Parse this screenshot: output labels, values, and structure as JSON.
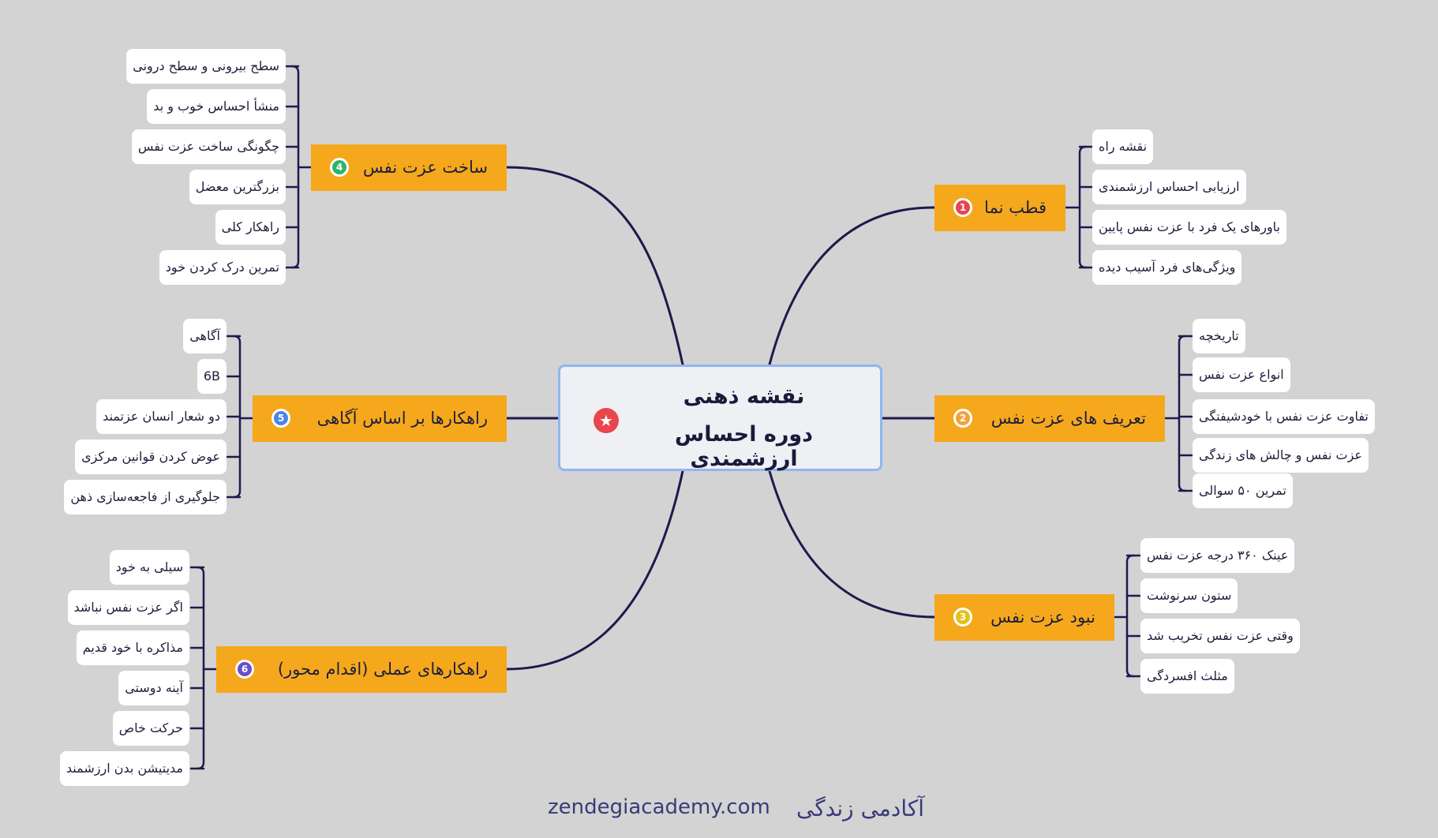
{
  "center": {
    "line1": "نقشه ذهنی",
    "line2": "دوره احساس ارزشمندی",
    "icon": "star-icon"
  },
  "colors": {
    "topic_bg": "#f5a81c",
    "leaf_bg": "#ffffff",
    "line": "#1c1a4e",
    "background": "#d3d3d3",
    "center_border": "#8eb6f2"
  },
  "topics": [
    {
      "label": "قطب نما",
      "badge": "1",
      "badge_color": "#e8464c",
      "leaves": [
        "نقشه راه",
        "ارزیابی احساس ارزشمندی",
        "باورهای یک فرد با عزت نفس پایین",
        "ویژگی‌های فرد آسیب دیده"
      ]
    },
    {
      "label": "تعریف های عزت نفس",
      "badge": "2",
      "badge_color": "#f2a33a",
      "leaves": [
        "تاریخچه",
        "انواع عزت نفس",
        "تفاوت عزت نفس با خودشیفتگی",
        "عزت نفس و چالش های زندگی",
        "تمرین ۵۰ سوالی"
      ]
    },
    {
      "label": "نبود عزت نفس",
      "badge": "3",
      "badge_color": "#e2c21a",
      "leaves": [
        "عینک ۳۶۰ درجه عزت نفس",
        "ستون سرنوشت",
        "وقتی عزت نفس تخریب شد",
        "مثلث افسردگی"
      ]
    },
    {
      "label": "ساخت عزت نفس",
      "badge": "4",
      "badge_color": "#2fb36b",
      "leaves": [
        "سطح بیرونی و سطح درونی",
        "منشأ احساس خوب و بد",
        "چگونگی ساخت عزت نفس",
        "بزرگترین معضل",
        "راهکار کلی",
        "تمرین درک کردن خود"
      ]
    },
    {
      "label": "راهکارها بر اساس آگاهی",
      "badge": "5",
      "badge_color": "#4a86e8",
      "leaves": [
        "آگاهی",
        "6B",
        "دو شعار انسان عزتمند",
        "عوض کردن قوانین مرکزی",
        "جلوگیری از فاجعه‌سازی ذهن"
      ]
    },
    {
      "label": "راهکارهای عملی (اقدام محور)",
      "badge": "6",
      "badge_color": "#6a4fc8",
      "leaves": [
        "سیلی به خود",
        "اگر عزت نفس نباشد",
        "مذاکره با خود قدیم",
        "آینه دوستی",
        "حرکت خاص",
        "مدیتیشن بدن ارزشمند"
      ]
    }
  ],
  "footer": {
    "url": "zendegiacademy.com",
    "brand": "آکادمی زندگی"
  }
}
